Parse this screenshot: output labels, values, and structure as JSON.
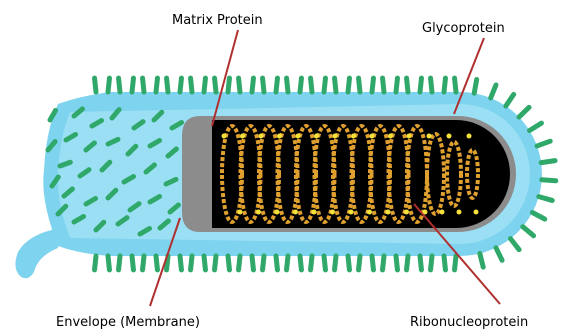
{
  "labels": {
    "matrix_protein": "Matrix Protein",
    "glycoprotein": "Glycoprotein",
    "envelope": "Envelope (Membrane)",
    "ribonucleoprotein": "Ribonucleoprotein"
  },
  "colors": {
    "envelope_fill": "#7ed3ee",
    "envelope_inner": "#a8e4f6",
    "spike": "#2fa86a",
    "matrix": "#8c8c8c",
    "core": "#000000",
    "rnp": "#e0a030",
    "rnp_joint": "#f4e23a",
    "leader_line": "#b03030"
  }
}
